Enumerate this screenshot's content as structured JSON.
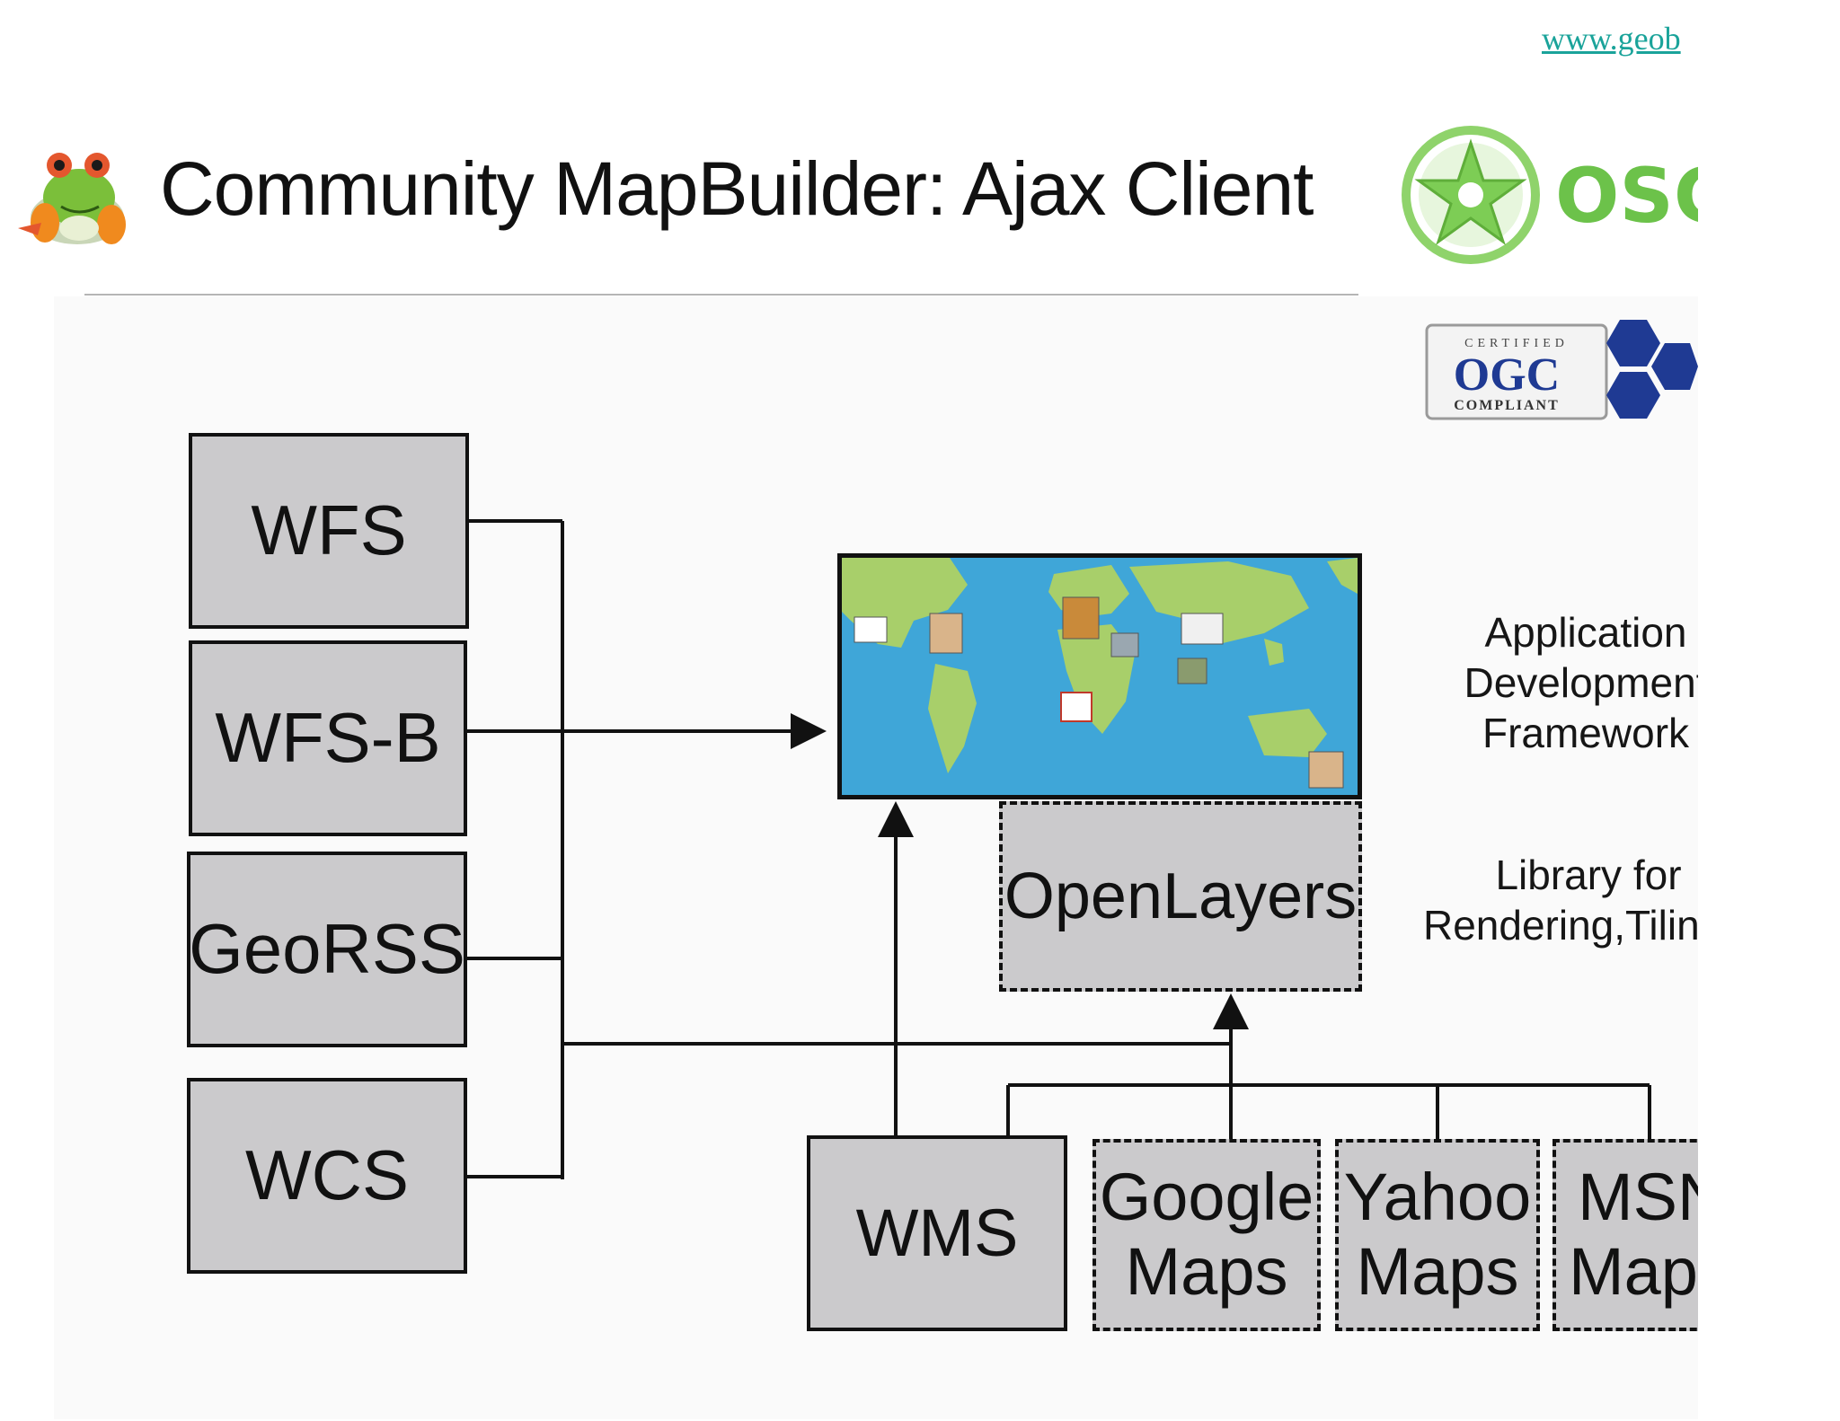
{
  "header": {
    "url": "www.geob",
    "title": "Community MapBuilder: Ajax Client"
  },
  "logos": {
    "osgeo_text": "OSG",
    "ogc_top": "CERTIFIED",
    "ogc_mid": "OGC",
    "ogc_bottom": "COMPLIANT"
  },
  "sources": [
    {
      "label": "WFS"
    },
    {
      "label": "WFS-B"
    },
    {
      "label": "GeoRSS"
    },
    {
      "label": "WCS"
    }
  ],
  "renderer": {
    "label": "OpenLayers"
  },
  "base_layers": {
    "wms": "WMS",
    "google_1": "Google",
    "google_2": "Maps",
    "yahoo_1": "Yahoo",
    "yahoo_2": "Maps",
    "msn_1": "MSN",
    "msn_2": "Map"
  },
  "notes": {
    "app_1": "Application",
    "app_2": "Development",
    "app_3": "Framework",
    "lib_1": "Library for",
    "lib_2": "Rendering,Tiling"
  },
  "colors": {
    "box_fill": "#cbcacc",
    "line": "#111111",
    "link": "#1aa39a",
    "osgeo_green": "#6cc24a",
    "ogc_blue": "#1f3a93",
    "ocean": "#3fa6d8",
    "land": "#a8cf6a"
  }
}
